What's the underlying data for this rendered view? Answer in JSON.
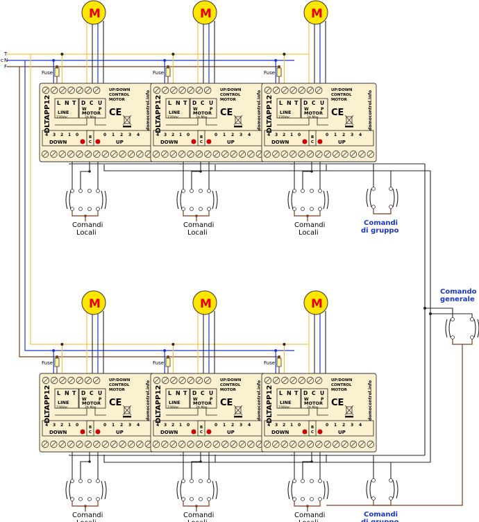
{
  "supply": {
    "t": "T",
    "n": "N",
    "f": "F",
    "f_prefix": "c"
  },
  "module": {
    "name": "DLTAPP12",
    "title_lines": [
      "UP/DOWN",
      "CONTROL",
      "MOTOR"
    ],
    "brand": "domocontrol.info",
    "line_label": "LINE",
    "voltage": "230Vac",
    "motor_label": "MOTOR",
    "rating": "2A Max",
    "terms_top": [
      "L",
      "N",
      "T",
      "D",
      "C",
      "U"
    ],
    "terms_top_sub": [
      "W",
      "P"
    ],
    "ce": "CE",
    "left_nums": [
      "4",
      "3",
      "2",
      "1",
      "0"
    ],
    "right_nums": [
      "0",
      "1",
      "2",
      "3",
      "4"
    ],
    "down_label": "DOWN",
    "up_label": "UP",
    "bc": [
      "B",
      "C"
    ]
  },
  "motor_label": "M",
  "fuse_label": "Fuse",
  "local_label": [
    "Comandi",
    "Locali"
  ],
  "group_label": [
    "Comandi",
    "di gruppo"
  ],
  "general_label": [
    "Comando",
    "generale"
  ]
}
